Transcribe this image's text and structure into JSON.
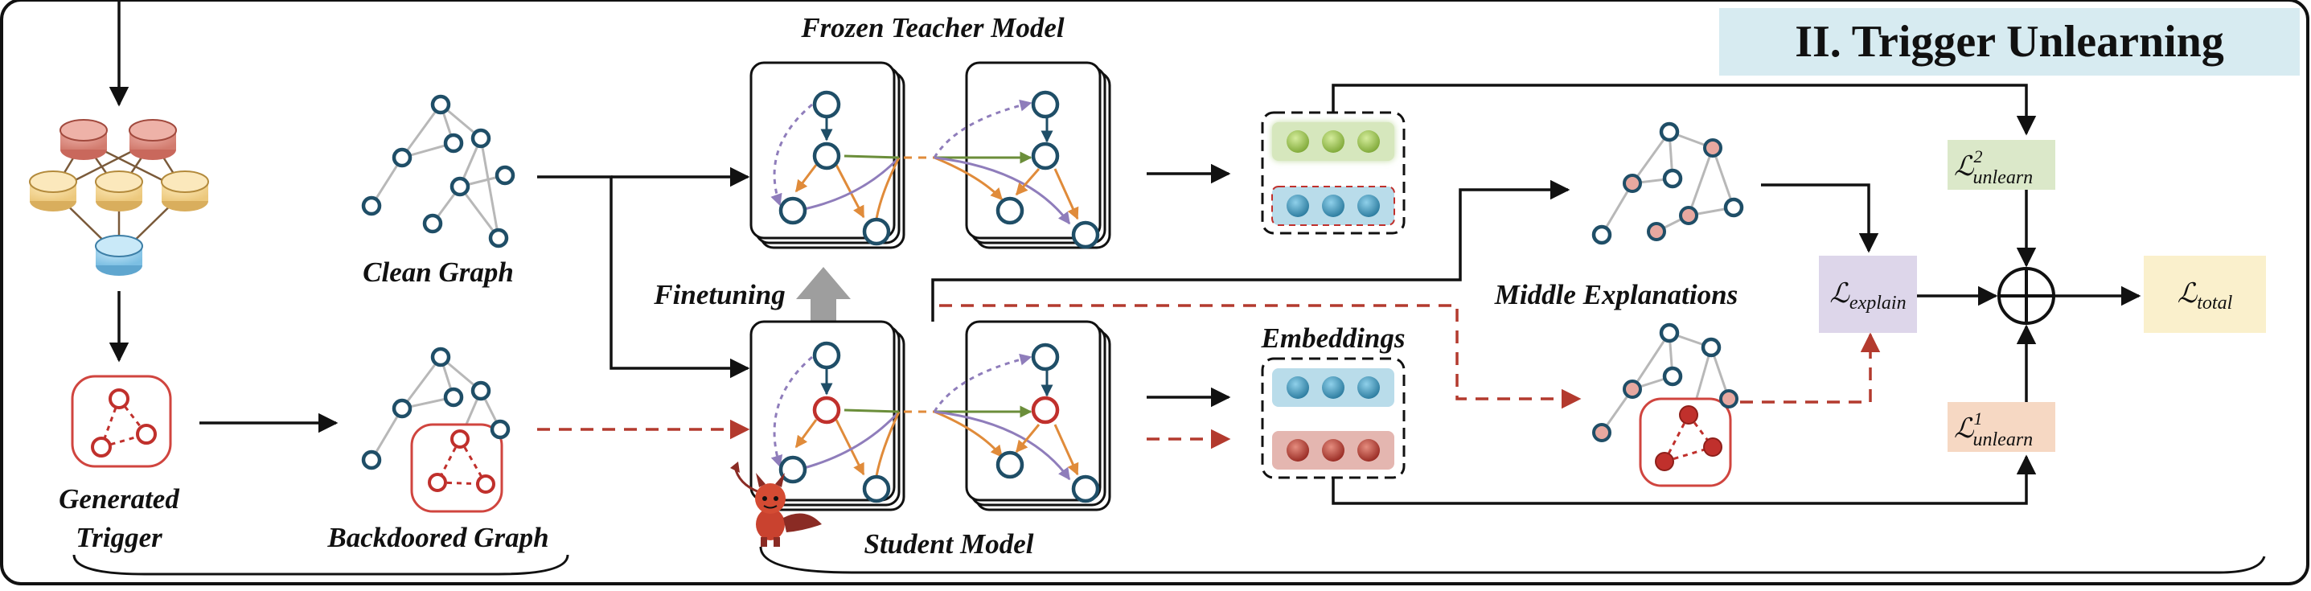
{
  "title": "II. Trigger Unlearning",
  "labels": {
    "frozen_teacher": "Frozen Teacher Model",
    "clean_graph": "Clean Graph",
    "finetuning": "Finetuning",
    "generated_trigger_line1": "Generated",
    "generated_trigger_line2": "Trigger",
    "backdoored_graph": "Backdoored Graph",
    "student_model": "Student Model",
    "embeddings": "Embeddings",
    "middle_explanations": "Middle Explanations"
  },
  "losses": {
    "unlearn2": {
      "base": "ℒ",
      "sup": "2",
      "sub": "unlearn"
    },
    "unlearn1": {
      "base": "ℒ",
      "sup": "1",
      "sub": "unlearn"
    },
    "explain": {
      "base": "ℒ",
      "sub": "explain"
    },
    "total": {
      "base": "ℒ",
      "sub": "total"
    }
  },
  "colors": {
    "title_bg": "#d7ebf1",
    "loss_unlearn2_bg": "#dbe8c9",
    "loss_unlearn1_bg": "#f6d8c3",
    "loss_explain_bg": "#ddd6ea",
    "loss_total_bg": "#faf0cc",
    "clean_embedding_top": "#9bc46a",
    "clean_embedding_bottom": "#4f98b5",
    "student_embedding_top": "#4f98b5",
    "student_embedding_bottom": "#ad3c33",
    "trigger_red": "#c0302c",
    "node_teal": "#1f4e67"
  }
}
